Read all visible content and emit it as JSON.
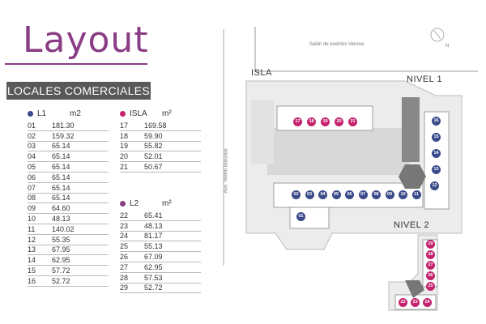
{
  "title": "Layout",
  "banner": "LOCALES COMERCIALES",
  "colors": {
    "accent": "#8a3d84",
    "l1_dot": "#3a4a8a",
    "isla_dot": "#c4226e",
    "l2_dot": "#8a3d84",
    "banner_bg": "#58595b"
  },
  "tables": {
    "l1": {
      "name": "L1",
      "unit": "m2",
      "rows": [
        [
          "01",
          "181.30"
        ],
        [
          "02",
          "159.32"
        ],
        [
          "03",
          "65.14"
        ],
        [
          "04",
          "65.14"
        ],
        [
          "05",
          "65.14"
        ],
        [
          "06",
          "65.14"
        ],
        [
          "07",
          "65.14"
        ],
        [
          "08",
          "65.14"
        ],
        [
          "09",
          "64.60"
        ],
        [
          "10",
          "48.13"
        ],
        [
          "11",
          "140.02"
        ],
        [
          "12",
          "55.35"
        ],
        [
          "13",
          "67.95"
        ],
        [
          "14",
          "62.95"
        ],
        [
          "15",
          "57.72"
        ],
        [
          "16",
          "52.72"
        ]
      ]
    },
    "isla": {
      "name": "ISLA",
      "unit": "m²",
      "rows": [
        [
          "17",
          "169.58"
        ],
        [
          "18",
          "59.90"
        ],
        [
          "19",
          "55.82"
        ],
        [
          "20",
          "52.01"
        ],
        [
          "21",
          "50.67"
        ]
      ]
    },
    "l2": {
      "name": "L2",
      "unit": "m²",
      "rows": [
        [
          "22",
          "65.41"
        ],
        [
          "23",
          "48.13"
        ],
        [
          "24",
          "81.17"
        ],
        [
          "25",
          "55.13"
        ],
        [
          "26",
          "67.09"
        ],
        [
          "27",
          "62.95"
        ],
        [
          "28",
          "57.53"
        ],
        [
          "29",
          "52.72"
        ]
      ]
    }
  },
  "map": {
    "label_isla": "ISLA",
    "label_nivel1": "NIVEL 1",
    "label_nivel2": "NIVEL 2",
    "label_salon": "Salón de eventos Verona",
    "label_avenue": "Ave. Teófilo Borunda",
    "compass_label": "N",
    "badges_isla": [
      "17",
      "18",
      "19",
      "20",
      "21"
    ],
    "badges_l1_bottom": [
      "02",
      "03",
      "04",
      "05",
      "06",
      "07",
      "08",
      "09",
      "10",
      "11"
    ],
    "badge_01": "01",
    "badges_right": [
      "16",
      "15",
      "14",
      "13",
      "12"
    ],
    "badges_l2_col": [
      "29",
      "28",
      "27",
      "26",
      "25"
    ],
    "badges_l2_bottom": [
      "22",
      "23",
      "24"
    ]
  }
}
